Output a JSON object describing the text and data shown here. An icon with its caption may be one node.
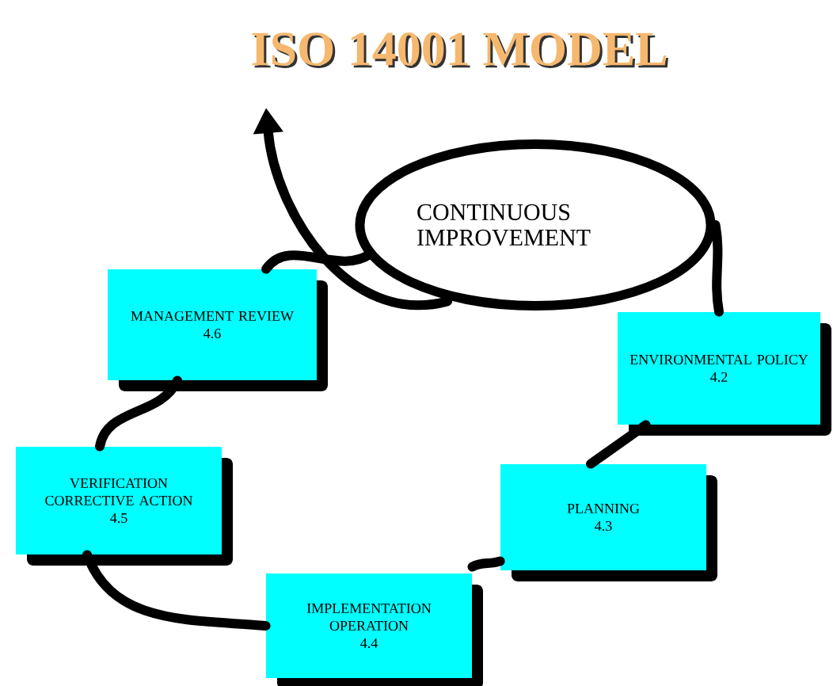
{
  "diagram": {
    "title": "ISO 14001 MODEL",
    "nodes": [
      {
        "text": [
          "CONTINUOUS IMPROVEMENT"
        ]
      },
      {
        "text": [
          "MANAGEMENT REVIEW",
          "4.6"
        ]
      },
      {
        "text": [
          "ENVIRONMENTAL POLICY",
          "4.2"
        ]
      },
      {
        "text": [
          "VERIFICATION CORRECTIVE ACTION",
          "4.5"
        ]
      },
      {
        "text": [
          "PLANNING",
          "4.3"
        ]
      },
      {
        "text": [
          "IMPLEMENTATION OPERATION",
          "4.4"
        ]
      }
    ],
    "edges": [
      {
        "from": 2,
        "to": 4,
        "arrow": "none"
      },
      {
        "from": 4,
        "to": 5,
        "arrow": "none"
      },
      {
        "from": 5,
        "to": 3,
        "arrow": "none"
      },
      {
        "from": 3,
        "to": 1,
        "arrow": "none"
      },
      {
        "from": 1,
        "to": 0,
        "arrow": "none"
      },
      {
        "from": 0,
        "to": 2,
        "arrow": "none"
      },
      {
        "from": 0,
        "to": null,
        "arrow": "to"
      }
    ]
  }
}
